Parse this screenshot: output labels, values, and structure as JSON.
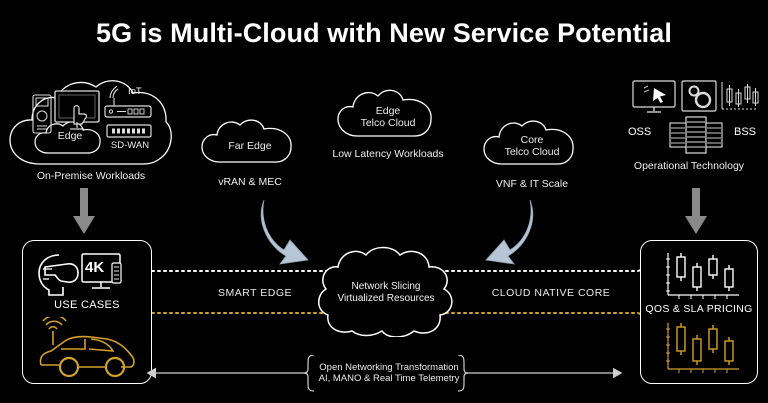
{
  "title": "5G is Multi-Cloud with New Service Potential",
  "clouds": [
    {
      "id": "on-premise",
      "inner_labels": [
        "Edge"
      ],
      "device_labels": [
        "IoT",
        "SD-WAN"
      ],
      "caption": "On-Premise Workloads"
    },
    {
      "id": "far-edge",
      "inner_labels": [
        "Far Edge"
      ],
      "caption": "vRAN & MEC"
    },
    {
      "id": "edge-telco-cloud",
      "inner_labels": [
        "Edge",
        "Telco Cloud"
      ],
      "caption": "Low Latency Workloads"
    },
    {
      "id": "core-telco-cloud",
      "inner_labels": [
        "Core",
        "Telco Cloud"
      ],
      "caption": "VNF & IT Scale"
    }
  ],
  "operational": {
    "left_label": "OSS",
    "right_label": "BSS",
    "caption": "Operational Technology"
  },
  "boxes": {
    "left": {
      "label": "USE CASES",
      "icon_badge": "4K"
    },
    "right": {
      "label": "QOS & SLA PRICING"
    }
  },
  "lanes": {
    "left_label": "SMART EDGE",
    "right_label": "CLOUD NATIVE CORE"
  },
  "center_cloud": {
    "line1": "Network Slicing",
    "line2": "Virtualized Resources"
  },
  "footer": {
    "line1": "Open Networking Transformation",
    "line2": "AI, MANO & Real Time Telemetry"
  },
  "colors": {
    "background": "#000000",
    "stroke_white": "#ffffff",
    "accent_orange": "#d4a12b",
    "arrow_blue": "#b6c6d6",
    "arrow_gray": "#8a8a8a",
    "text": "#ffffff"
  }
}
